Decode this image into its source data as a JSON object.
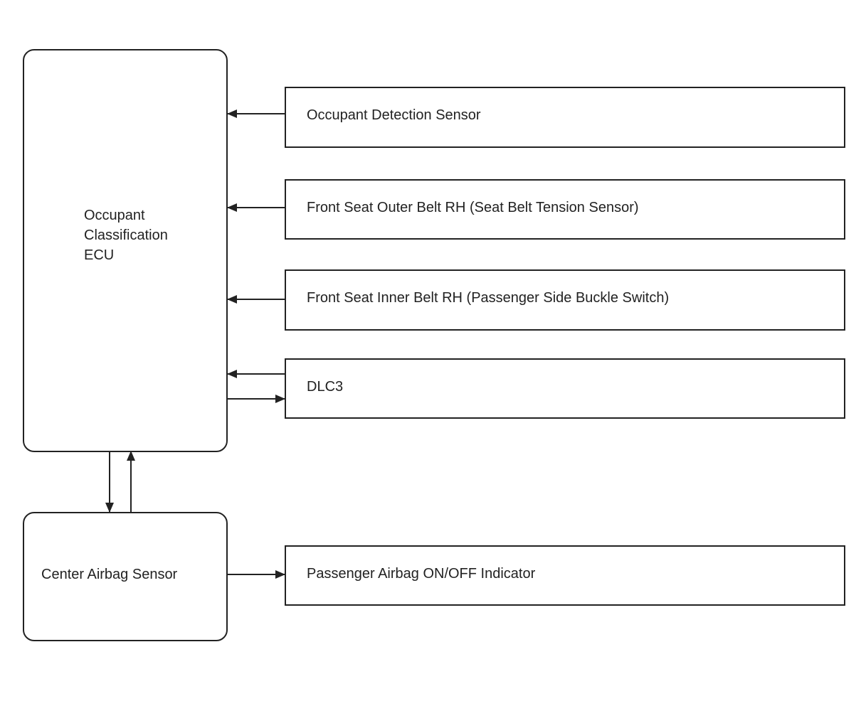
{
  "ecu": {
    "lines": [
      "Occupant",
      "Classification",
      "ECU"
    ]
  },
  "center_sensor": {
    "label": "Center Airbag Sensor"
  },
  "inputs": {
    "occupant_detection": "Occupant Detection Sensor",
    "outer_belt": "Front Seat Outer Belt RH (Seat Belt Tension Sensor)",
    "inner_belt": "Front Seat Inner Belt RH (Passenger Side Buckle Switch)",
    "dlc3": "DLC3"
  },
  "indicator": {
    "label": "Passenger Airbag ON/OFF Indicator"
  },
  "colors": {
    "line": "#222222",
    "background": "#ffffff"
  }
}
